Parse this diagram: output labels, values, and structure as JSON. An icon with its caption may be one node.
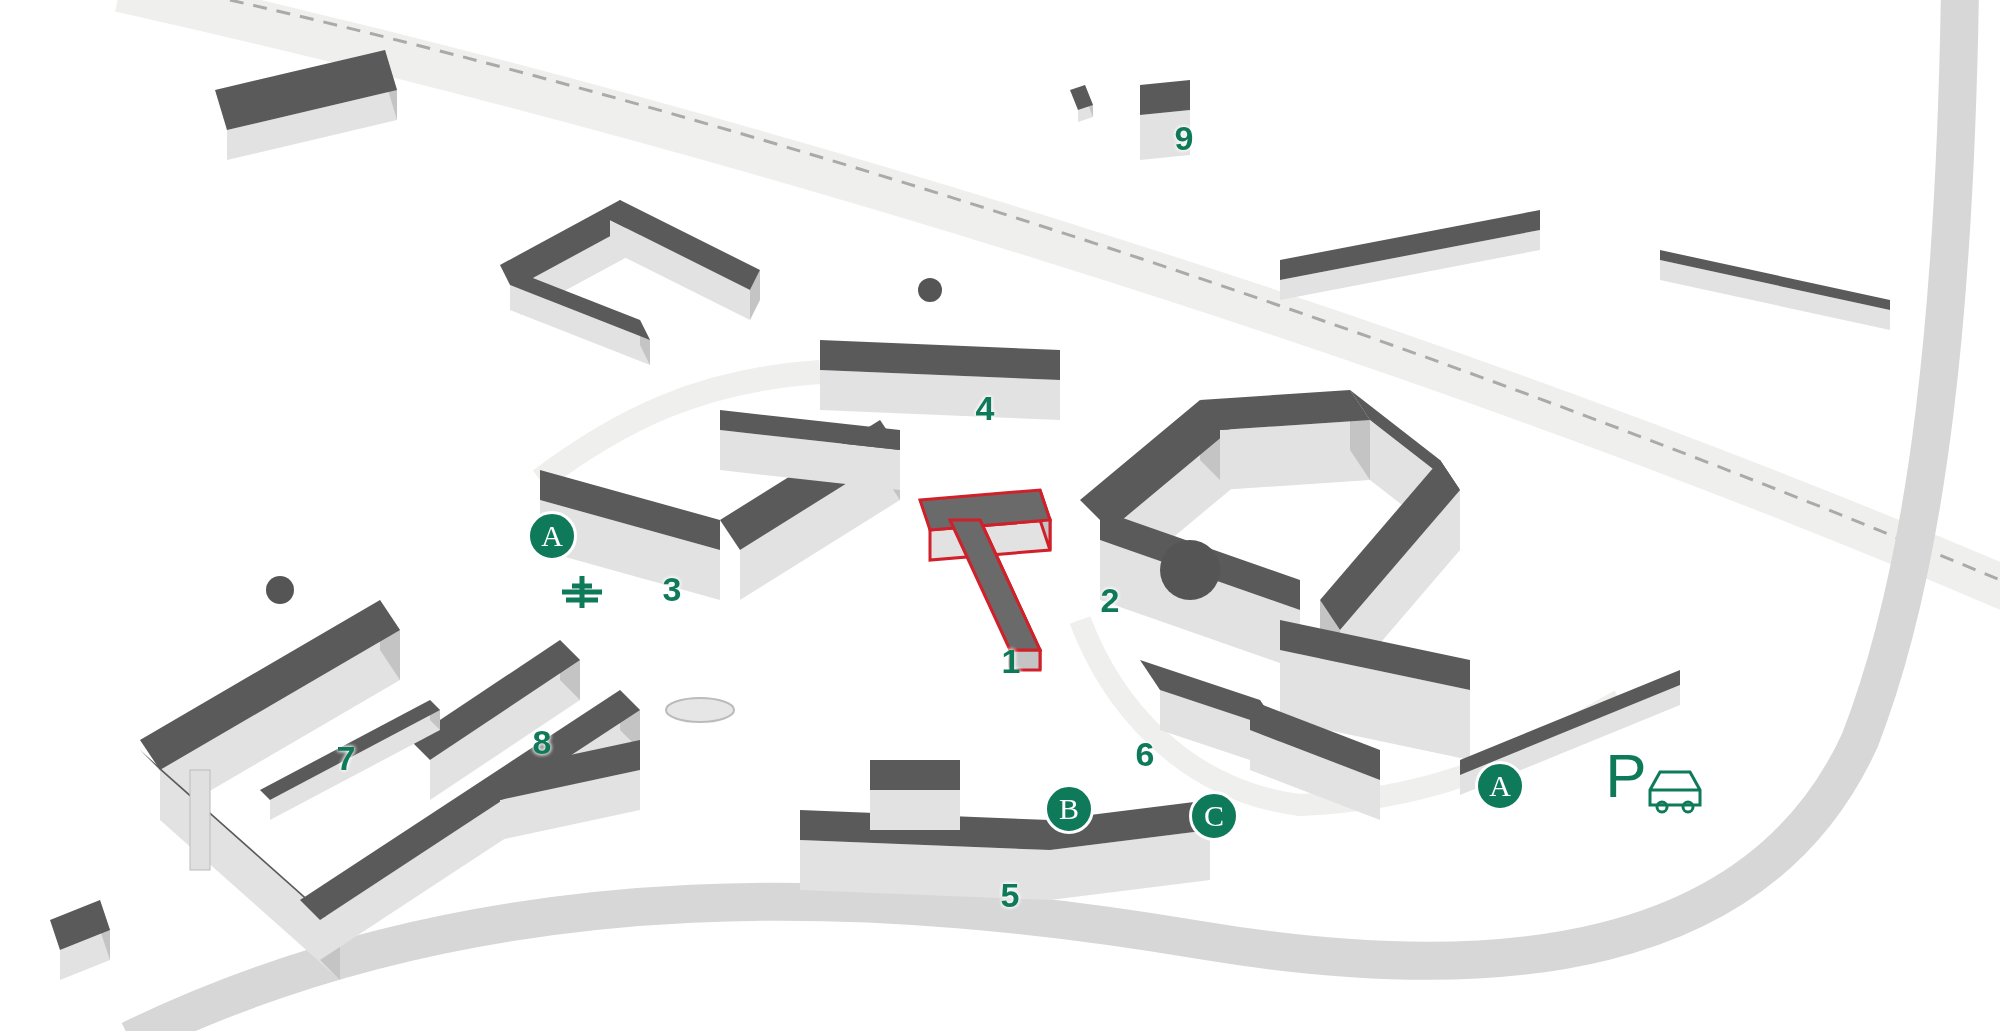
{
  "diagram": {
    "labels": [
      "9",
      "4",
      "A",
      "3",
      "2",
      "1",
      "8",
      "6",
      "7",
      "P",
      "A",
      "B",
      "C",
      "5"
    ]
  }
}
